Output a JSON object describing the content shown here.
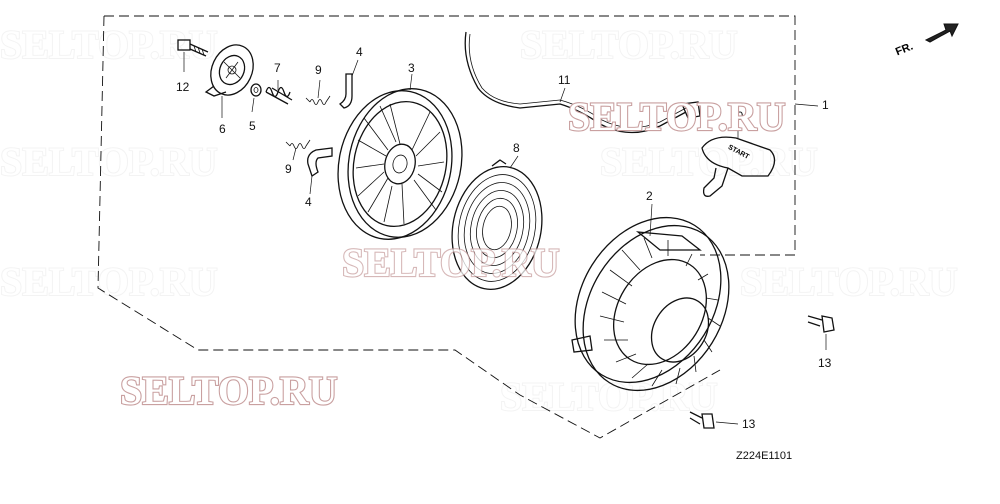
{
  "watermark": {
    "text": "SELTOP.RU",
    "color": "#c9a0a0",
    "ghost_color": "#a6a6a6"
  },
  "direction": {
    "text": "FR."
  },
  "diagram_code": "Z224E1101",
  "parts": [
    {
      "id": "1",
      "label": "1"
    },
    {
      "id": "2",
      "label": "2"
    },
    {
      "id": "3",
      "label": "3"
    },
    {
      "id": "4a",
      "label": "4"
    },
    {
      "id": "4b",
      "label": "4"
    },
    {
      "id": "5",
      "label": "5"
    },
    {
      "id": "6",
      "label": "6"
    },
    {
      "id": "7",
      "label": "7"
    },
    {
      "id": "8",
      "label": "8"
    },
    {
      "id": "9a",
      "label": "9"
    },
    {
      "id": "9b",
      "label": "9"
    },
    {
      "id": "10",
      "label": "10"
    },
    {
      "id": "11",
      "label": "11"
    },
    {
      "id": "12",
      "label": "12"
    },
    {
      "id": "13a",
      "label": "13"
    },
    {
      "id": "13b",
      "label": "13"
    }
  ],
  "handle_text": "START"
}
